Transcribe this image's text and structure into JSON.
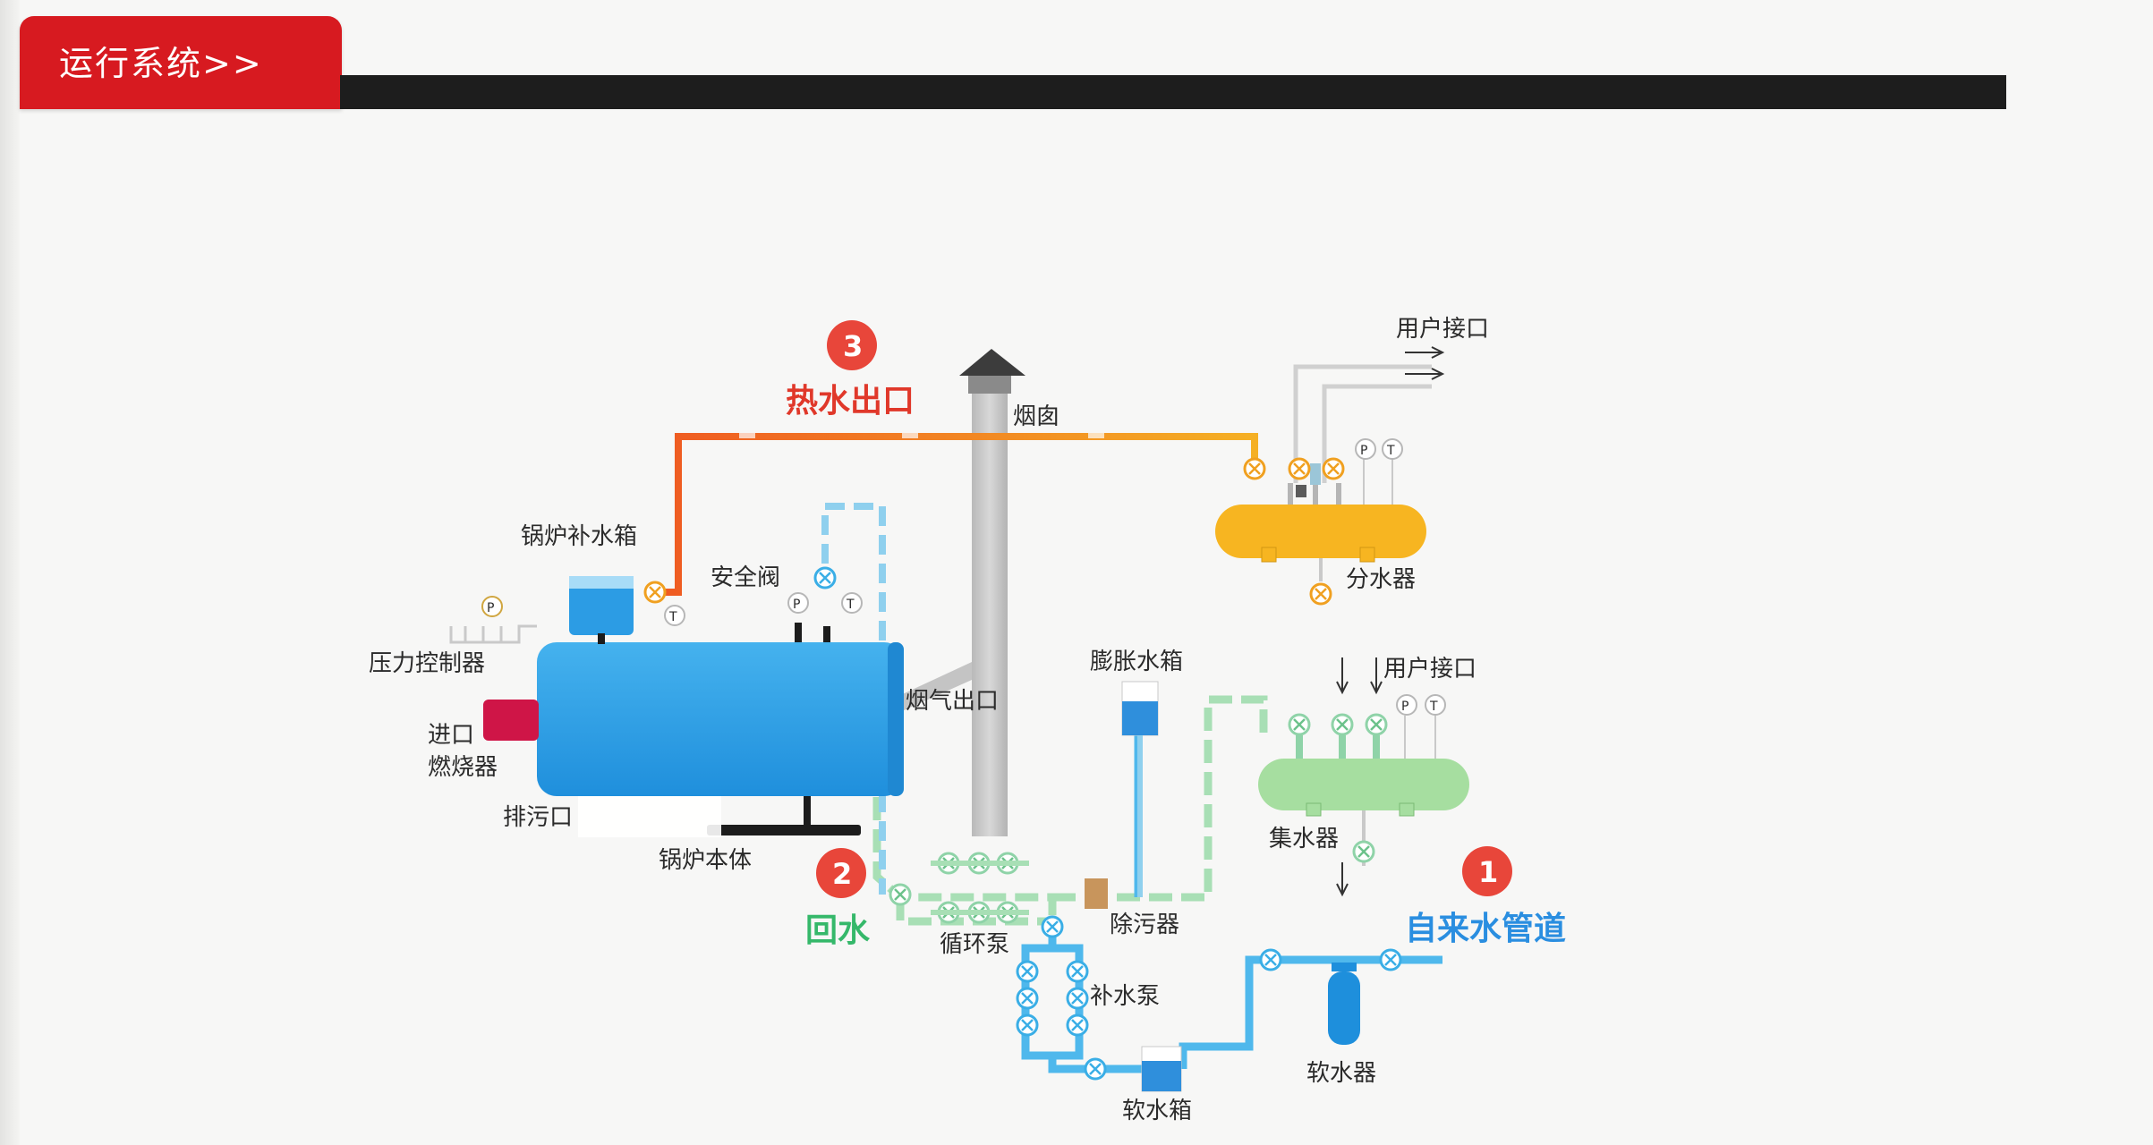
{
  "header": {
    "title": "运行系统>>"
  },
  "labels": {
    "user_interface_top": "用户接口",
    "hot_water_outlet": "热水出口",
    "chimney": "烟囱",
    "boiler_makeup_tank": "锅炉补水箱",
    "safety_valve": "安全阀",
    "pressure_controller": "压力控制器",
    "inlet": "进口",
    "burner": "燃烧器",
    "flue_gas_outlet": "烟气出口",
    "blowdown_outlet": "排污口",
    "boiler_body": "锅炉本体",
    "return_water": "回水",
    "circulation_pump": "循环泵",
    "dirt_separator": "除污器",
    "makeup_pump": "补水泵",
    "soft_water_tank": "软水箱",
    "water_softener": "软水器",
    "expansion_tank": "膨胀水箱",
    "water_distributor": "分水器",
    "water_collector": "集水器",
    "user_interface_bottom": "用户接口",
    "tap_water_pipe": "自来水管道"
  },
  "markers": {
    "one": "1",
    "two": "2",
    "three": "3"
  },
  "gauges": {
    "pressure": "P",
    "temperature": "T"
  },
  "colors": {
    "header_red": "#d71a20",
    "hot_pipe": "#f07a1e",
    "return_pipe": "#8fd3a8",
    "supply_pipe": "#3aaee6",
    "boiler_blue": "#2fa0e6",
    "distributor_yellow": "#f7b521",
    "collector_green": "#a6dea0",
    "marker_red": "#e8463a",
    "hot_label": "#e0382a",
    "return_label": "#35b86a",
    "tap_label": "#2a8ee0"
  }
}
